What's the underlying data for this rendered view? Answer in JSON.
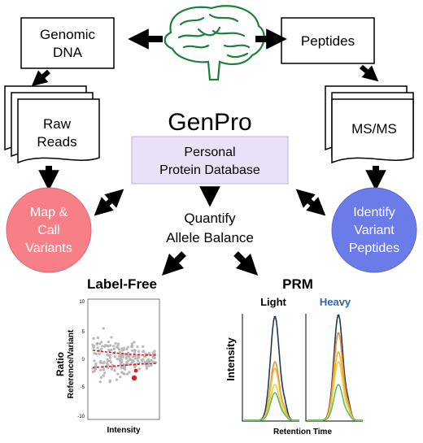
{
  "boxes": {
    "genomic_dna": [
      "Genomic",
      "DNA"
    ],
    "peptides": "Peptides",
    "raw_reads": [
      "Raw",
      "Reads"
    ],
    "msms": "MS/MS",
    "title": "GenPro",
    "database": [
      "Personal",
      "Protein Database"
    ]
  },
  "circles": {
    "map_call": [
      "Map &",
      "Call",
      "Variants"
    ],
    "identify": [
      "Identify",
      "Variant",
      "Peptides"
    ]
  },
  "quantify": [
    "Quantify",
    "Allele Balance"
  ],
  "label_free": {
    "title": "Label-Free",
    "ylabel": [
      "Ratio",
      "Reference/Variant"
    ],
    "xlabel": "Intensity",
    "yticks": [
      "10",
      "5",
      "0",
      "-5",
      "-10"
    ]
  },
  "prm": {
    "title": "PRM",
    "light": "Light",
    "heavy": "Heavy",
    "ylabel": "Intensity",
    "xlabel": "Retention Time"
  },
  "colors": {
    "pink": "#f77f88",
    "blue": "#6b7be8",
    "lavender": "#e9e1f8",
    "brain": "#1f7f3a",
    "heavy": "#2b66b1",
    "red_dot": "#e01c1c"
  }
}
